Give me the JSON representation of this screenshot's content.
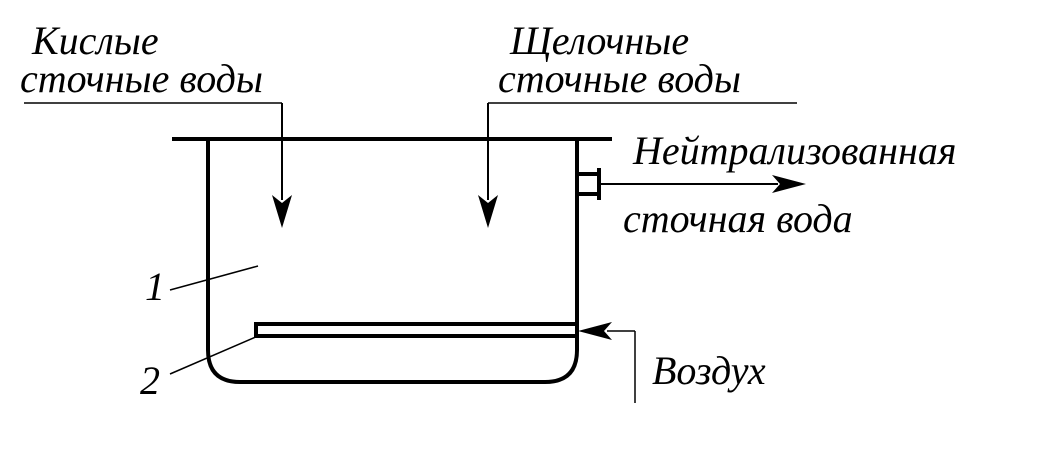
{
  "labels": {
    "acid_line1": "Кислые",
    "acid_line2": "сточные воды",
    "alkaline_line1": "Щелочные",
    "alkaline_line2": "сточные воды",
    "neutral_line1": "Нейтрализованная",
    "neutral_line2": "сточная вода",
    "air": "Воздух",
    "item1": "1",
    "item2": "2"
  },
  "colors": {
    "ink": "#000000",
    "background": "#ffffff"
  }
}
